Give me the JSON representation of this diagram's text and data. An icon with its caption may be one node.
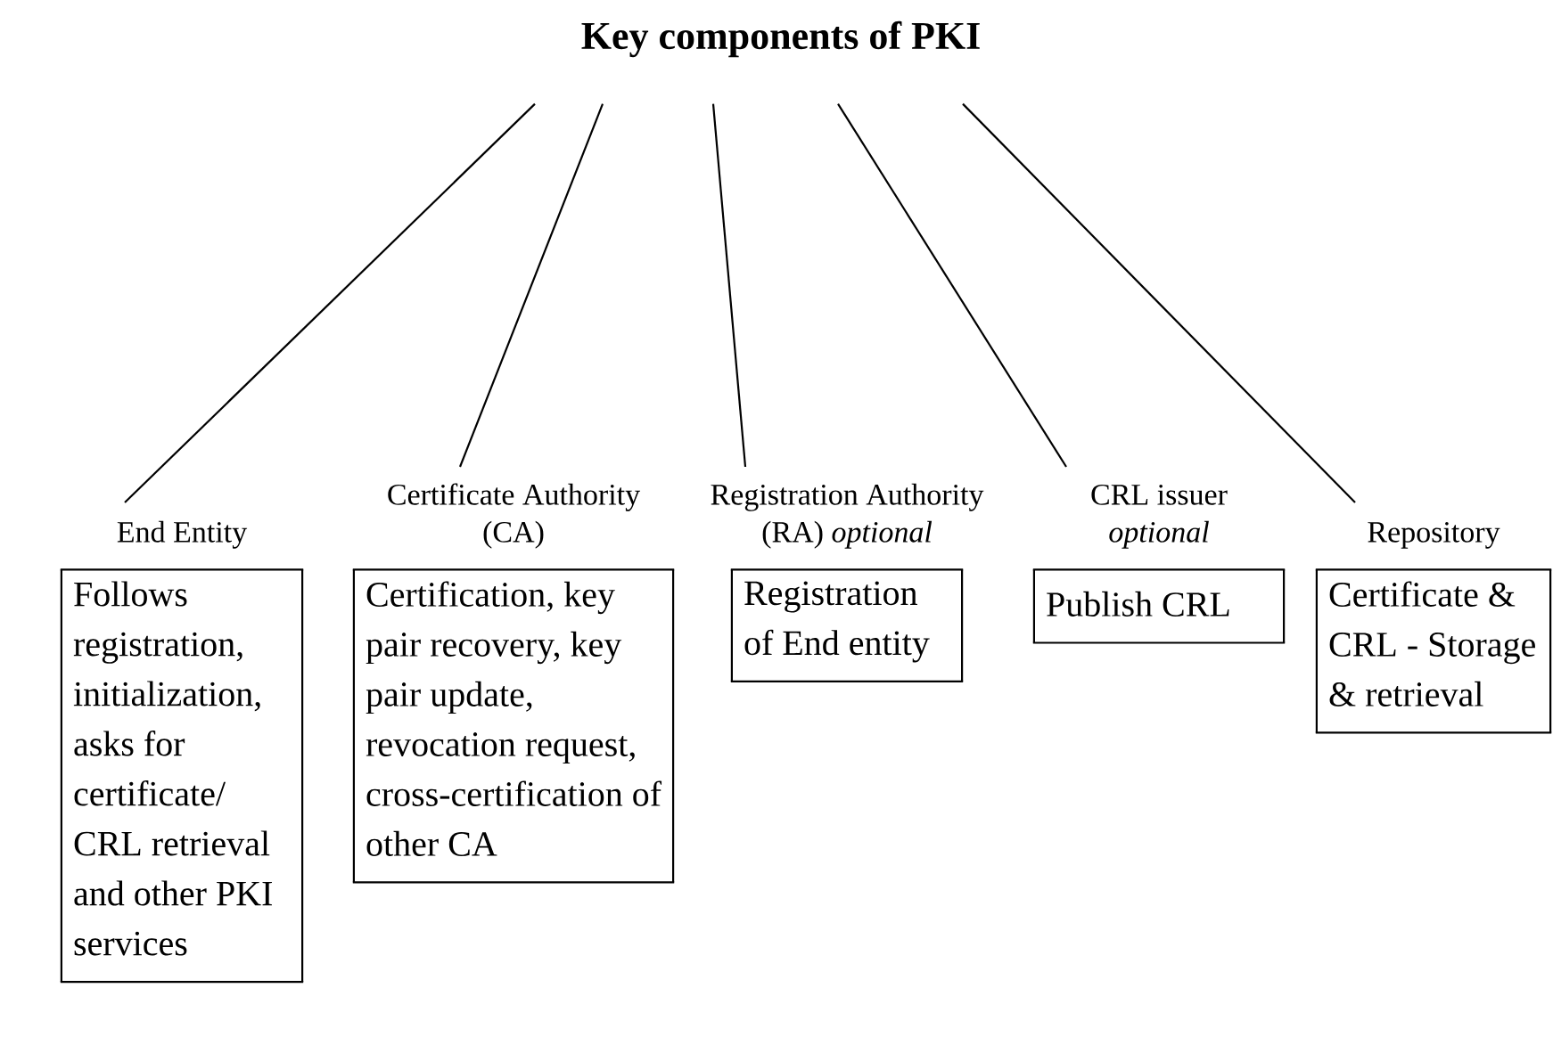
{
  "diagram": {
    "nodes": [
      {
        "text": [
          "Key components of PKI"
        ]
      },
      {
        "text": [
          "End Entity",
          "Follows registration, initialization, asks for certificate/ CRL retrieval and other PKI services"
        ]
      },
      {
        "text": [
          "Certificate Authority (CA)",
          "Certification, key pair recovery, key pair update, revocation request, cross-certification of other CA"
        ]
      },
      {
        "text": [
          "Registration Authority (RA) *optional*",
          "Registration of End entity"
        ]
      },
      {
        "text": [
          "CRL issuer *optional*",
          "Publish CRL"
        ]
      },
      {
        "text": [
          "Repository",
          "Certificate & CRL - Storage & retrieval"
        ]
      }
    ],
    "edges": [
      {
        "from": 0,
        "to": 1,
        "arrow": "none"
      },
      {
        "from": 0,
        "to": 2,
        "arrow": "none"
      },
      {
        "from": 0,
        "to": 3,
        "arrow": "none"
      },
      {
        "from": 0,
        "to": 4,
        "arrow": "none"
      },
      {
        "from": 0,
        "to": 5,
        "arrow": "none"
      }
    ]
  }
}
